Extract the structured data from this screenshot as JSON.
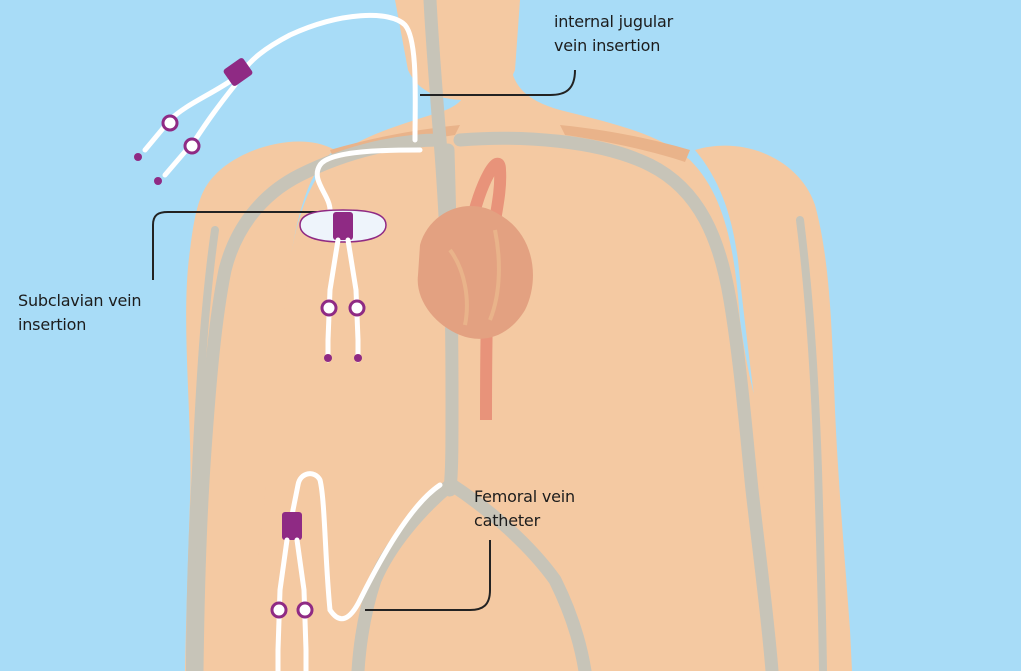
{
  "diagram": {
    "labels": {
      "internal_jugular": {
        "line1": "internal jugular",
        "line2": "vein insertion"
      },
      "subclavian": {
        "line1": "Subclavian vein",
        "line2": "insertion"
      },
      "femoral": {
        "line1": "Femoral vein",
        "line2": "catheter"
      }
    },
    "colors": {
      "background": "#a8dcf7",
      "skin": "#f4c9a2",
      "skin_shadow": "#e9b38a",
      "veins": "#c7c4b8",
      "artery": "#e8937a",
      "heart": "#e3a181",
      "catheter_hub": "#8f2a84",
      "catheter_tube": "#ffffff",
      "leader_line": "#222222",
      "text": "#1c1c1c"
    }
  }
}
